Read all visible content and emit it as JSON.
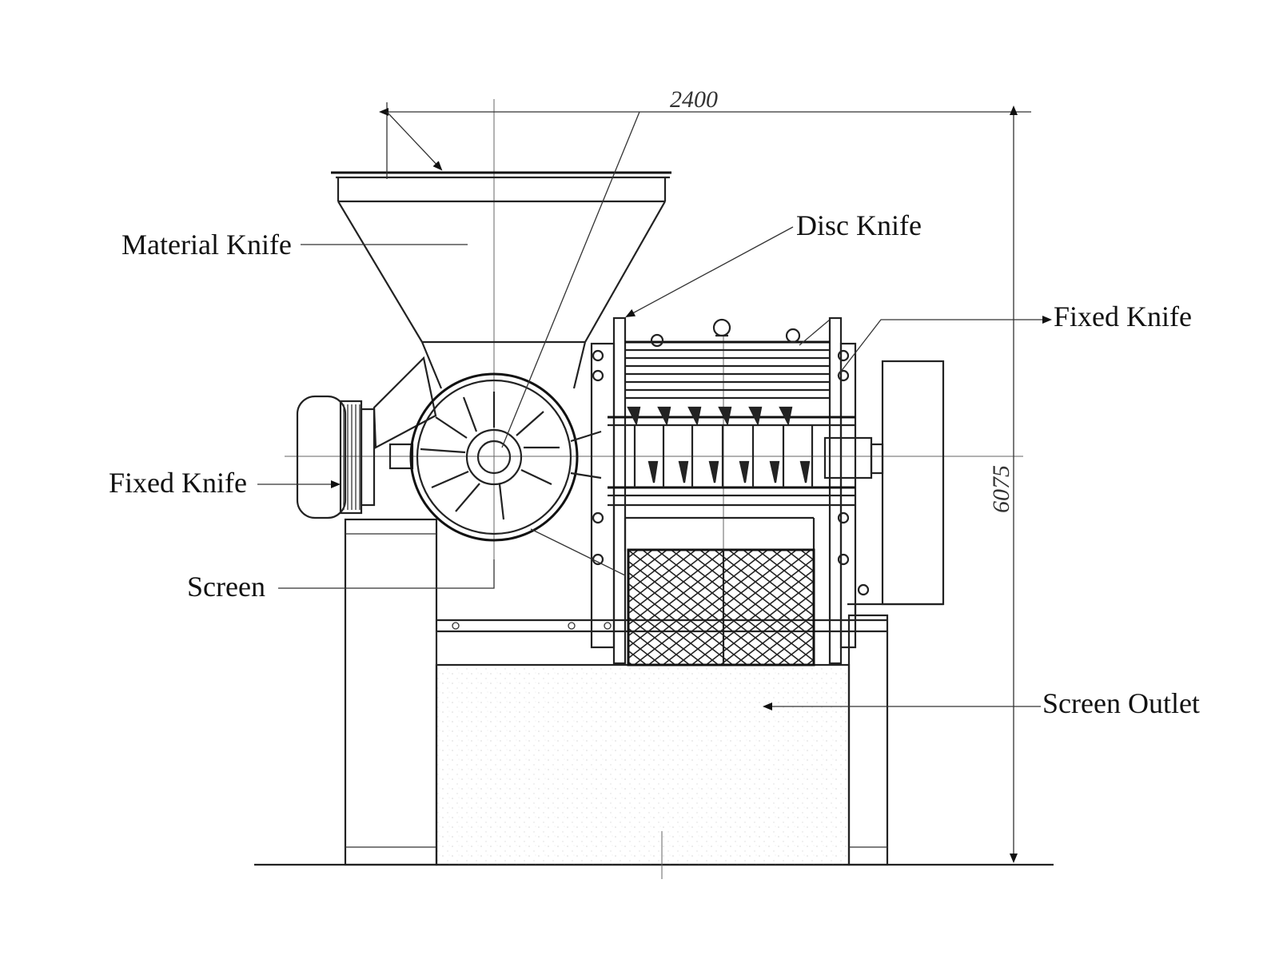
{
  "diagram": {
    "labels": {
      "material_knife": "Material Knife",
      "disc_knife": "Disc Knife",
      "fixed_knife_right": "Fixed Knife",
      "fixed_knife_left": "Fixed Knife",
      "screen": "Screen",
      "screen_outlet": "Screen Outlet"
    },
    "dimensions": {
      "width": "2400",
      "height": "6075"
    },
    "colors": {
      "line": "#222222",
      "background": "#ffffff"
    }
  }
}
